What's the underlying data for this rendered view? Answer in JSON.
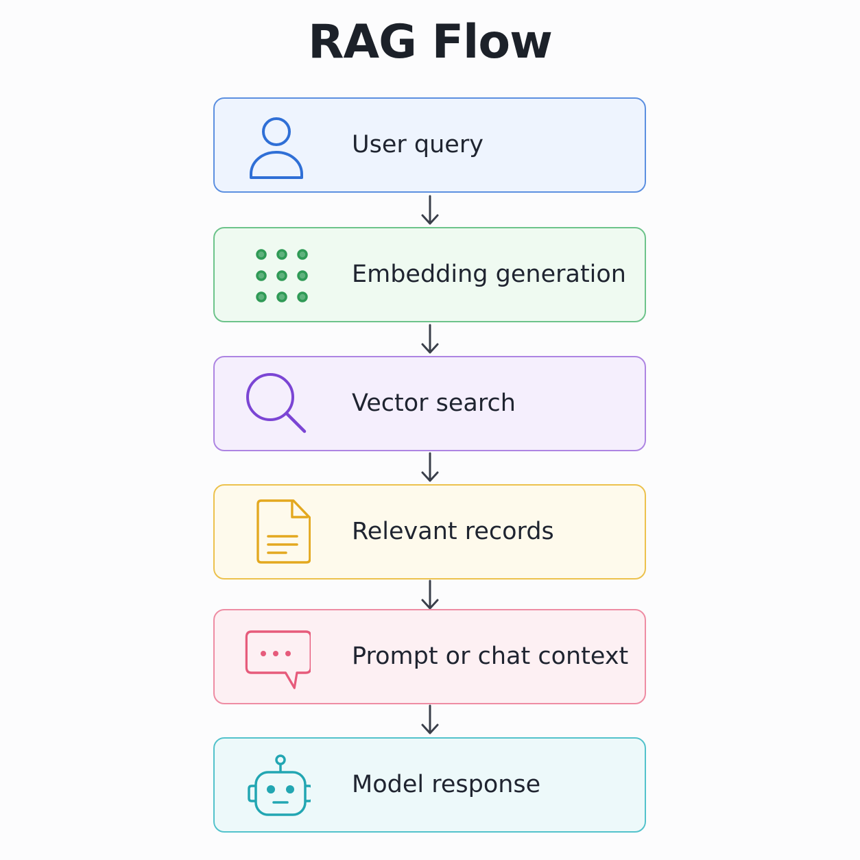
{
  "title": "RAG Flow",
  "steps": [
    {
      "label": "User query",
      "icon": "user-icon",
      "border": "#5b8fe0",
      "fill": "#eef4fe",
      "accent": "#2f6fd6"
    },
    {
      "label": "Embedding generation",
      "icon": "embedding-grid-icon",
      "border": "#6cc38a",
      "fill": "#effaf1",
      "accent": "#2f9a56"
    },
    {
      "label": "Vector search",
      "icon": "search-icon",
      "border": "#ad84e2",
      "fill": "#f5effd",
      "accent": "#7b45d4"
    },
    {
      "label": "Relevant records",
      "icon": "document-icon",
      "border": "#ecc14c",
      "fill": "#fefaec",
      "accent": "#e3a81f"
    },
    {
      "label": "Prompt or chat context",
      "icon": "chat-bubble-icon",
      "border": "#ee8ca3",
      "fill": "#fdf0f3",
      "accent": "#e65b7b"
    },
    {
      "label": "Model response",
      "icon": "robot-icon",
      "border": "#52c2cb",
      "fill": "#edf9fa",
      "accent": "#22a6b2"
    }
  ],
  "arrow_color": "#3a3f4a"
}
